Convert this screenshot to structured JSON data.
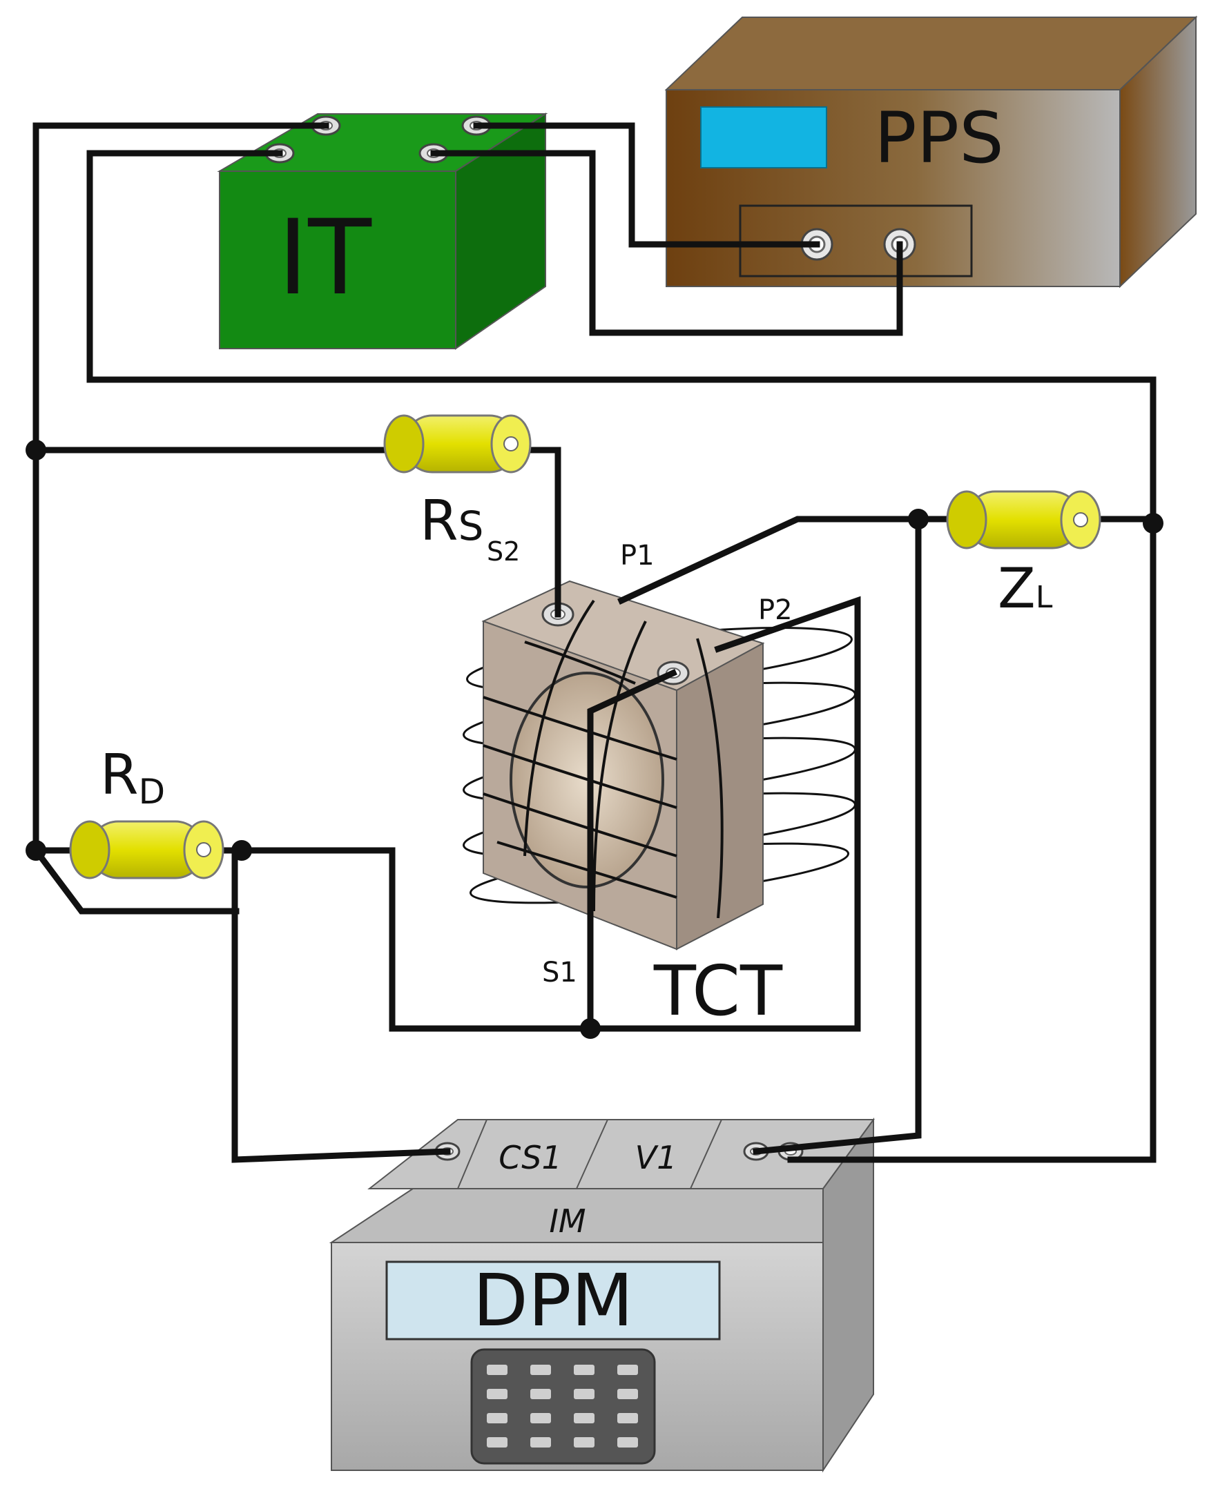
{
  "devices": {
    "it": {
      "label": "IT"
    },
    "pps": {
      "label": "PPS"
    },
    "dpm": {
      "label": "DPM",
      "module_label": "IM",
      "ports": [
        "CS1",
        "V1"
      ]
    },
    "tct": {
      "label": "TCT"
    }
  },
  "components": {
    "rs": {
      "main": "R",
      "sub1": "S",
      "sub2": "S2"
    },
    "zl": {
      "main": "Z",
      "sub": "L"
    },
    "rd": {
      "main": "R",
      "sub": "D"
    }
  },
  "terminals": {
    "p1": "P1",
    "p2": "P2",
    "s1": "S1"
  },
  "colors": {
    "it_box": "#138a13",
    "pps_box": "#7a4a14",
    "pps_screen": "#12b4e2",
    "dpm_box": "#bdbdbd",
    "dpm_screen": "#cfe4ee",
    "resistor": "#e3e000",
    "core": "#b9a99b",
    "wire": "#111111"
  }
}
